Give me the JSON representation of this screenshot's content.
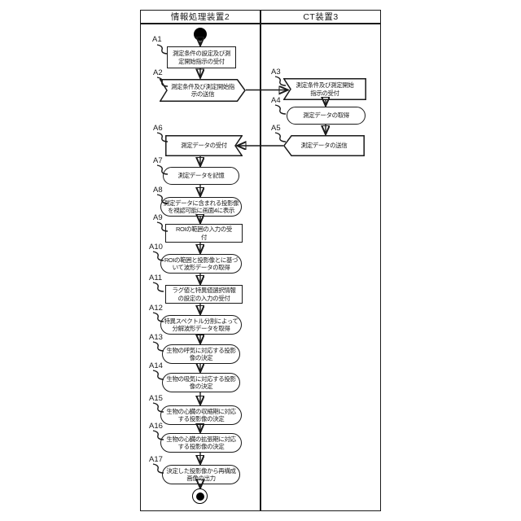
{
  "diagram": {
    "title_left_lane": "情報処理装置2",
    "title_right_lane": "CT装置3",
    "colors": {
      "line": "#1a1a1a",
      "background": "#ffffff"
    },
    "nodes": [
      {
        "label": "A1",
        "lane": "情報処理装置2",
        "shape": "process-rect",
        "text": "測定条件の設定及び測\n定開始指示の受付"
      },
      {
        "label": "A2",
        "lane": "情報処理装置2",
        "shape": "send-signal-right",
        "text": "測定条件及び測定開始指\n示の送信"
      },
      {
        "label": "A3",
        "lane": "CT装置3",
        "shape": "receive-signal-left",
        "text": "測定条件及び測定開始\n指示の受付"
      },
      {
        "label": "A4",
        "lane": "CT装置3",
        "shape": "stadium",
        "text": "測定データの取得"
      },
      {
        "label": "A5",
        "lane": "CT装置3",
        "shape": "send-signal-left",
        "text": "測定データの送信"
      },
      {
        "label": "A6",
        "lane": "情報処理装置2",
        "shape": "receive-signal-right",
        "text": "測定データの受付"
      },
      {
        "label": "A7",
        "lane": "情報処理装置2",
        "shape": "stadium",
        "text": "測定データを記憶"
      },
      {
        "label": "A8",
        "lane": "情報処理装置2",
        "shape": "stadium",
        "text": "測定データに含まれる投影像\nを視認可能に画面4に表示"
      },
      {
        "label": "A9",
        "lane": "情報処理装置2",
        "shape": "process-rect",
        "text": "ROIの範囲の入力の受\n付"
      },
      {
        "label": "A10",
        "lane": "情報処理装置2",
        "shape": "stadium",
        "text": "ROIの範囲と投影像とに基づ\nいて波形データの取得"
      },
      {
        "label": "A11",
        "lane": "情報処理装置2",
        "shape": "process-rect",
        "text": "ラグ値と特異値選択情報\nの設定の入力の受付"
      },
      {
        "label": "A12",
        "lane": "情報処理装置2",
        "shape": "stadium",
        "text": "特異スペクトル分割によって\n分解波形データを取得"
      },
      {
        "label": "A13",
        "lane": "情報処理装置2",
        "shape": "stadium",
        "text": "生物の呼気に対応する投影\n像の決定"
      },
      {
        "label": "A14",
        "lane": "情報処理装置2",
        "shape": "stadium",
        "text": "生物の吸気に対応する投影\n像の決定"
      },
      {
        "label": "A15",
        "lane": "情報処理装置2",
        "shape": "stadium",
        "text": "生物の心臓の収縮期に対応\nする投影像の決定"
      },
      {
        "label": "A16",
        "lane": "情報処理装置2",
        "shape": "stadium",
        "text": "生物の心臓の拡張期に対応\nする投影像の決定"
      },
      {
        "label": "A17",
        "lane": "情報処理装置2",
        "shape": "stadium",
        "text": "決定した投影像から再構成\n画像の出力"
      }
    ]
  }
}
